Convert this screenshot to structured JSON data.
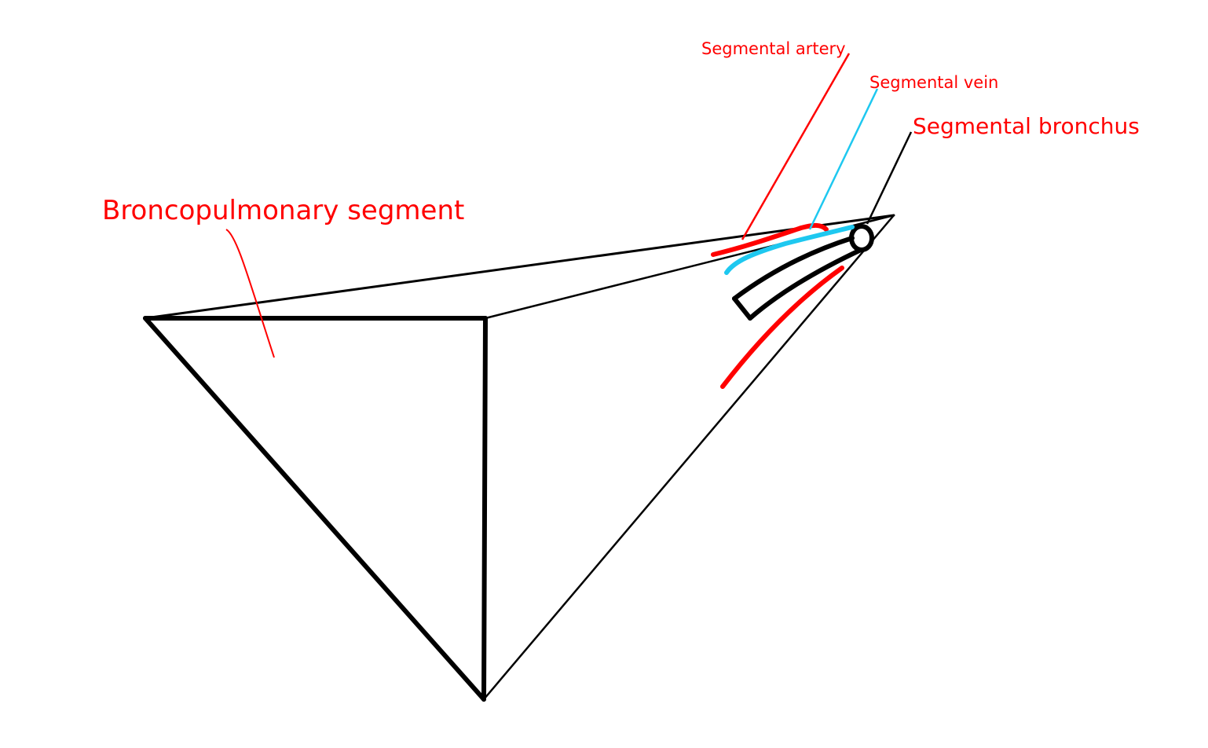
{
  "diagram": {
    "labels": {
      "segment": "Broncopulmonary segment",
      "artery": "Segmental artery",
      "vein": "Segmental vein",
      "bronchus": "Segmental bronchus"
    },
    "colors": {
      "background": "#ffffff",
      "outline": "#000000",
      "artery": "#ff0000",
      "vein": "#1ec8f0",
      "label": "#ff0000"
    }
  }
}
